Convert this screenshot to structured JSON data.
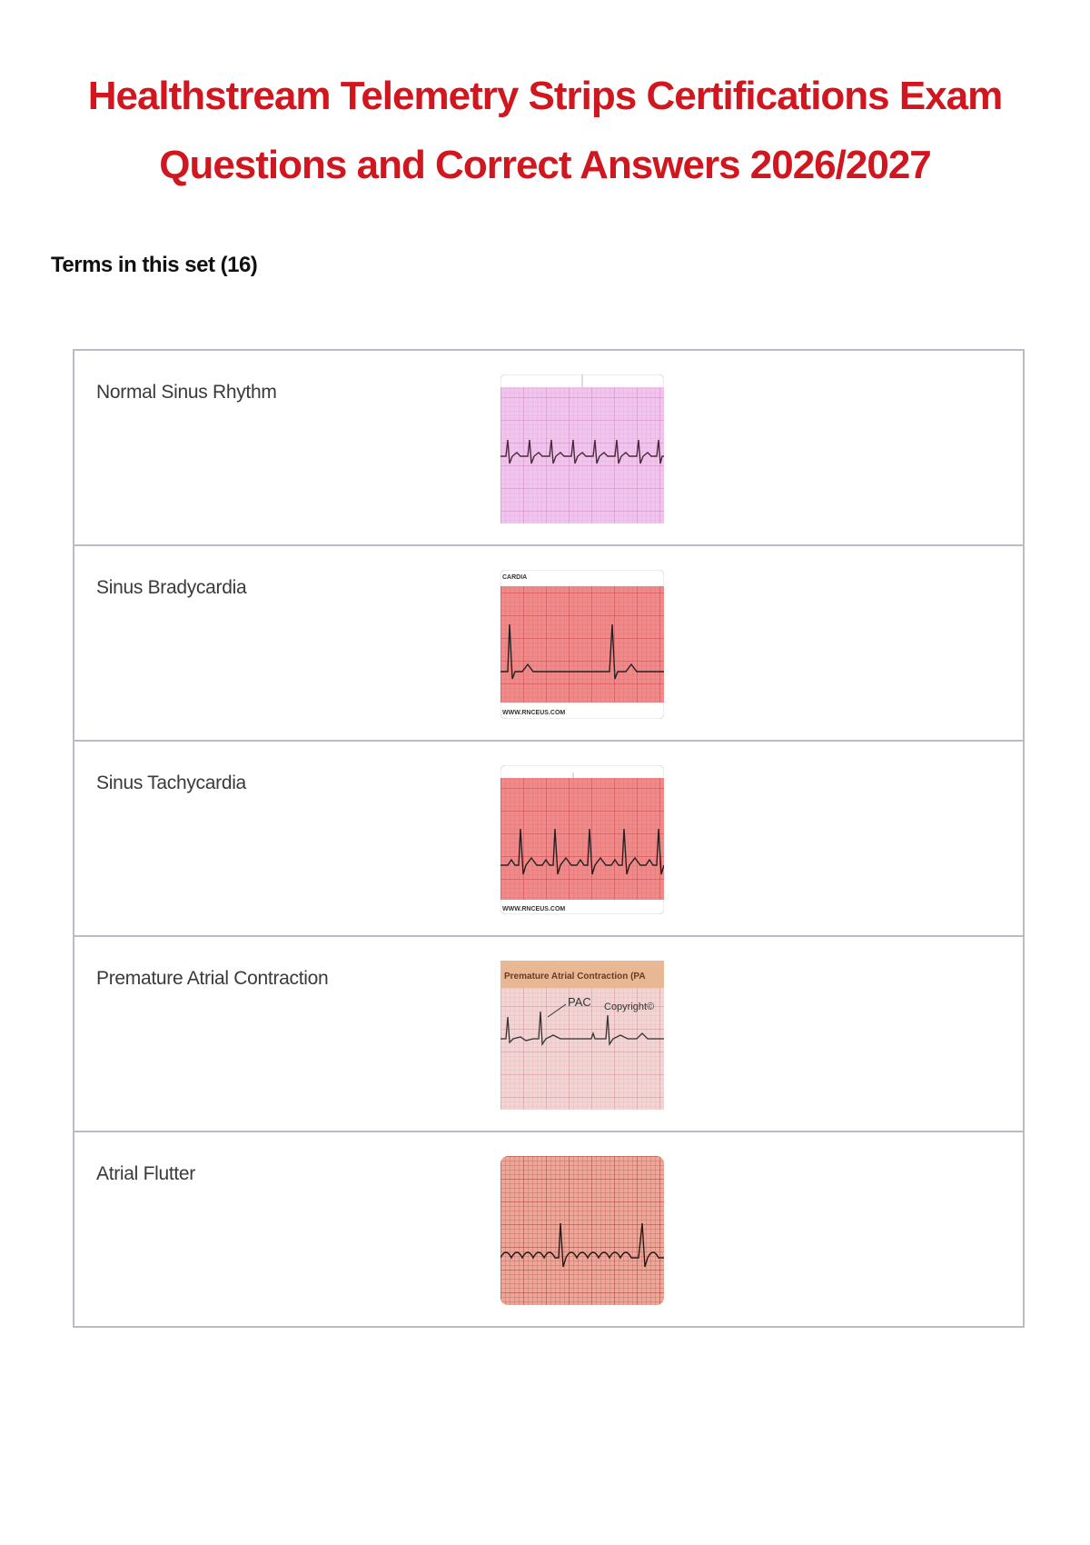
{
  "document": {
    "title_line_1": "Healthstream Telemetry Strips Certifications Exam",
    "title_line_2": "Questions and Correct Answers 2026/2027",
    "terms_heading": "Terms in this set (16)"
  },
  "terms": [
    {
      "term": "Normal Sinus Rhythm",
      "strip_image": "ecg-strip-normal-sinus-rhythm",
      "grid_color": "#f0c4ec"
    },
    {
      "term": "Sinus Bradycardia",
      "strip_image": "ecg-strip-sinus-bradycardia",
      "grid_color": "#f08a8a",
      "caption_top": "CARDIA",
      "caption_bottom": "WWW.RNCEUS.COM"
    },
    {
      "term": "Sinus Tachycardia",
      "strip_image": "ecg-strip-sinus-tachycardia",
      "grid_color": "#f08a8a",
      "caption_bottom": "WWW.RNCEUS.COM"
    },
    {
      "term": "Premature Atrial Contraction",
      "strip_image": "ecg-strip-premature-atrial-contraction",
      "grid_color": "#f2d4d4",
      "caption_top": "Premature Atrial Contraction (PA",
      "annotation": "PAC",
      "watermark": "Copyright©"
    },
    {
      "term": "Atrial Flutter",
      "strip_image": "ecg-strip-atrial-flutter",
      "grid_color": "#eaa79a"
    }
  ]
}
